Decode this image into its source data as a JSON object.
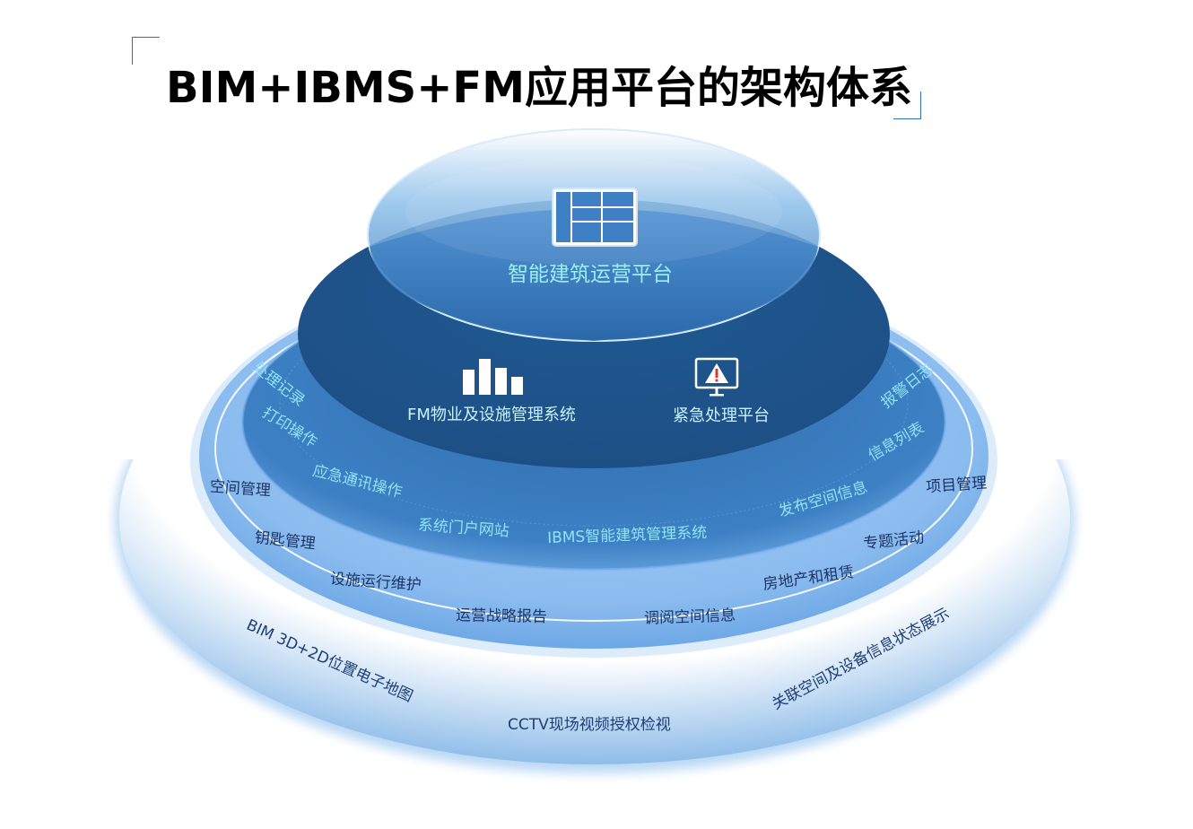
{
  "title": "BIM+IBMS+FM应用平台的架构体系",
  "colors": {
    "outer_ring": "#cfe3f8",
    "middle_ring": "#7fb4ef",
    "inner_ring": "#3f82c8",
    "core": "#245e97",
    "top_dome": "#3b82c9",
    "accent_text": "#8fe3f5"
  },
  "layers": {
    "top": {
      "label": "智能建筑运营平台",
      "icon": "grid-table-icon"
    },
    "core": {
      "items": [
        {
          "label": "FM物业及设施管理系统",
          "icon": "bar-chart-icon"
        },
        {
          "label": "紧急处理平台",
          "icon": "alert-monitor-icon"
        }
      ]
    },
    "ring3": {
      "items": [
        "处理记录",
        "打印操作",
        "应急通讯操作",
        "系统门户网站",
        "IBMS智能建筑管理系统",
        "发布空间信息",
        "信息列表",
        "报警日志"
      ]
    },
    "ring2": {
      "items": [
        "空间管理",
        "钥匙管理",
        "设施运行维护",
        "运营战略报告",
        "调阅空间信息",
        "房地产和租赁",
        "专题活动",
        "项目管理"
      ]
    },
    "outer": {
      "items": [
        "BIM 3D+2D位置电子地图",
        "CCTV现场视频授权检视",
        "关联空间及设备信息状态展示"
      ]
    }
  }
}
